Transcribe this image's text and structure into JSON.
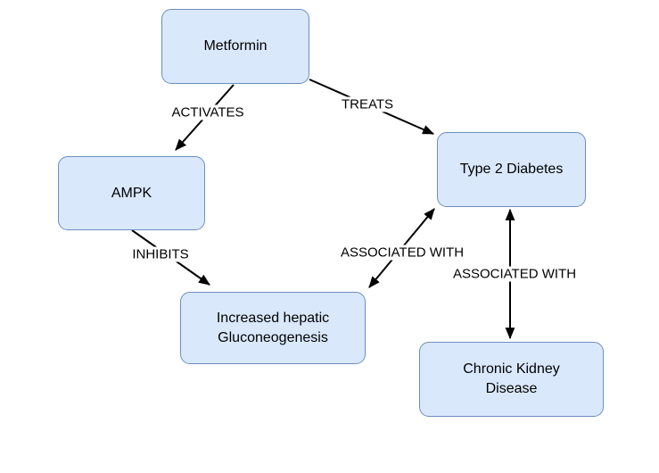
{
  "diagram": {
    "background_color": "#ffffff",
    "node_fill_color": "#dae8fc",
    "node_border_color": "#6c8ebf",
    "edge_color": "#000000",
    "nodes": [
      {
        "id": "metformin",
        "label": "Metformin"
      },
      {
        "id": "ampk",
        "label": "AMPK"
      },
      {
        "id": "type-2-diabetes",
        "label": "Type 2 Diabetes"
      },
      {
        "id": "increased-hepatic-gluconeogenesis",
        "label": "Increased hepatic\nGluconeogenesis"
      },
      {
        "id": "chronic-kidney-disease",
        "label": "Chronic Kidney\nDisease"
      }
    ],
    "edges": [
      {
        "from": "Metformin",
        "to": "AMPK",
        "label": "ACTIVATES",
        "direction": "one-way"
      },
      {
        "from": "Metformin",
        "to": "Type 2 Diabetes",
        "label": "TREATS",
        "direction": "one-way"
      },
      {
        "from": "AMPK",
        "to": "Increased hepatic Gluconeogenesis",
        "label": "INHIBITS",
        "direction": "one-way"
      },
      {
        "from": "Increased hepatic Gluconeogenesis",
        "to": "Type 2 Diabetes",
        "label": "ASSOCIATED WITH",
        "direction": "two-way"
      },
      {
        "from": "Type 2 Diabetes",
        "to": "Chronic Kidney Disease",
        "label": "ASSOCIATED WITH",
        "direction": "two-way"
      }
    ]
  }
}
